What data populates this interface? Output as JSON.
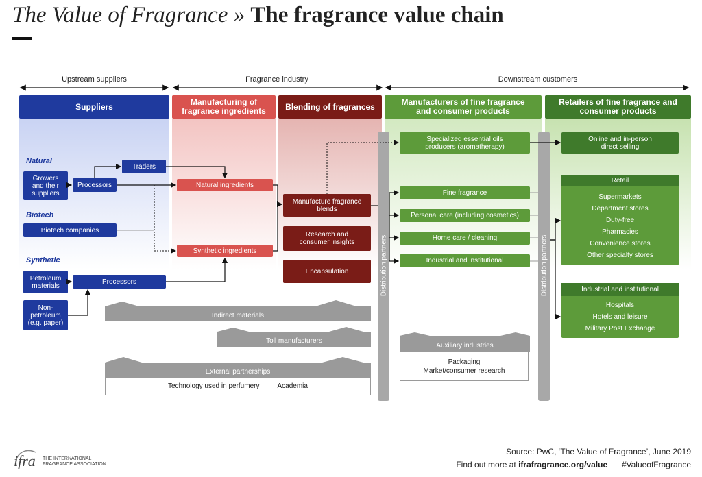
{
  "title": {
    "italic": "The Value of Fragrance »",
    "bold": "The fragrance value chain"
  },
  "sections": {
    "upstream": "Upstream suppliers",
    "industry": "Fragrance industry",
    "downstream": "Downstream customers"
  },
  "headers": {
    "suppliers": "Suppliers",
    "manufacturing": "Manufacturing of fragrance ingredients",
    "blending": "Blending of fragrances",
    "manufacturers": "Manufacturers of fine fragrance and consumer products",
    "retailers": "Retailers of fine fragrance and consumer products"
  },
  "categories": {
    "natural": "Natural",
    "biotech": "Biotech",
    "synthetic": "Synthetic"
  },
  "suppliers": {
    "growers": "Growers and their suppliers",
    "processors1": "Processors",
    "traders": "Traders",
    "biotech": "Biotech companies",
    "petroleum": "Petroleum materials",
    "processors2": "Processors",
    "nonpetroleum": "Non-petroleum (e.g. paper)"
  },
  "ingredients": {
    "natural": "Natural ingredients",
    "synthetic": "Synthetic ingredients"
  },
  "blending": {
    "manufacture": "Manufacture fragrance blends",
    "research": "Research and consumer insights",
    "encapsulation": "Encapsulation"
  },
  "distribution": "Distribution partners",
  "manufacturers": {
    "essential": "Specialized essential oils producers (aromatherapy)",
    "fine": "Fine fragrance",
    "personal": "Personal care (including cosmetics)",
    "home": "Home care / cleaning",
    "industrial": "Industrial and institutional"
  },
  "retailers": {
    "online": "Online and in-person direct selling",
    "retail_title": "Retail",
    "retail_items": [
      "Supermarkets",
      "Department stores",
      "Duty-free",
      "Pharmacies",
      "Convenience stores",
      "Other specialty stores"
    ],
    "ind_title": "Industrial and institutional",
    "ind_items": [
      "Hospitals",
      "Hotels and leisure",
      "Military Post Exchange"
    ]
  },
  "bands": {
    "indirect": "Indirect materials",
    "toll": "Toll manufacturers",
    "external": "External partnerships",
    "external_items": [
      "Technology used in perfumery",
      "Academia"
    ],
    "auxiliary": "Auxiliary industries",
    "auxiliary_items": [
      "Packaging",
      "Market/consumer research"
    ]
  },
  "footer": {
    "source": "Source: PwC, ‘The Value of Fragrance’, June 2019",
    "findout": "Find out more at",
    "url": "ifrafragrance.org/value",
    "hashtag": "#ValueofFragrance",
    "logo": "ifra",
    "assoc": "THE INTERNATIONAL FRAGRANCE ASSOCIATION"
  },
  "colors": {
    "blue": "#1f3a9e",
    "light_red": "#d9534f",
    "dark_red": "#7a1c17",
    "green": "#5d9b3a",
    "dark_green": "#3f7a2b"
  }
}
